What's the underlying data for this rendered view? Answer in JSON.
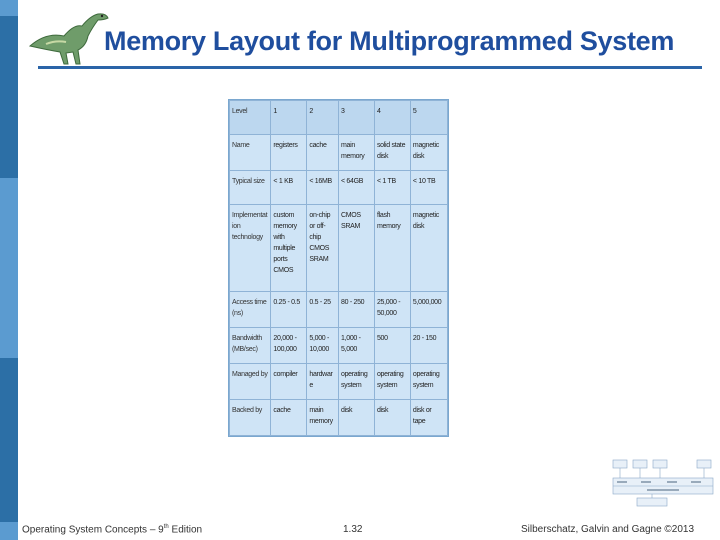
{
  "slide": {
    "title": "Memory Layout for Multiprogrammed System"
  },
  "table": {
    "rows": [
      {
        "header": "Level",
        "cells": [
          "1",
          "2",
          "3",
          "4",
          "5"
        ]
      },
      {
        "header": "Name",
        "cells": [
          "registers",
          "cache",
          "main memory",
          "solid state disk",
          "magnetic disk"
        ]
      },
      {
        "header": "Typical size",
        "cells": [
          "< 1 KB",
          "< 16MB",
          "< 64GB",
          "< 1 TB",
          "< 10 TB"
        ]
      },
      {
        "header": "Implementation technology",
        "cells": [
          "custom memory with multiple ports CMOS",
          "on-chip or off-chip CMOS SRAM",
          "CMOS SRAM",
          "flash memory",
          "magnetic disk"
        ]
      },
      {
        "header": "Access time (ns)",
        "cells": [
          "0.25 - 0.5",
          "0.5 - 25",
          "80 - 250",
          "25,000 - 50,000",
          "5,000,000"
        ]
      },
      {
        "header": "Bandwidth (MB/sec)",
        "cells": [
          "20,000 - 100,000",
          "5,000 - 10,000",
          "1,000 - 5,000",
          "500",
          "20 - 150"
        ]
      },
      {
        "header": "Managed by",
        "cells": [
          "compiler",
          "hardware",
          "operating system",
          "operating system",
          "operating system"
        ]
      },
      {
        "header": "Backed by",
        "cells": [
          "cache",
          "main memory",
          "disk",
          "disk",
          "disk or tape"
        ]
      }
    ]
  },
  "footer": {
    "left_text": "Operating System Concepts – 9",
    "left_sup": "th",
    "left_suffix": " Edition",
    "center": "1.32",
    "right": "Silberschatz, Galvin and Gagne ©2013"
  },
  "colors": {
    "title": "#1f4e9e",
    "sidebar": "#2c6fa6",
    "sidebar_band": "#5b9bd0",
    "table_bg": "#cfe4f6"
  },
  "icons": {
    "logo": "dinosaur-logo-icon",
    "thumbnail": "memory-diagram-thumbnail"
  }
}
